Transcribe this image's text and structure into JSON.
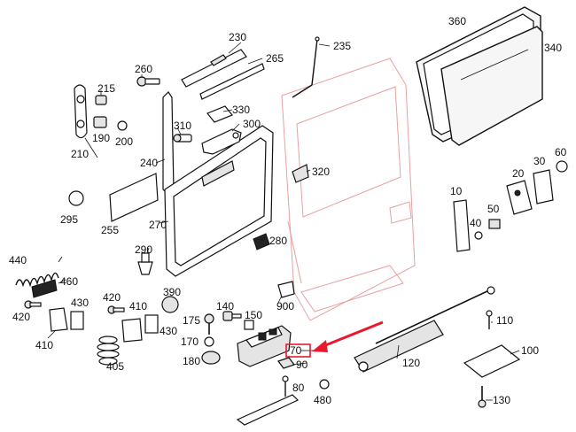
{
  "parts": {
    "p10": "10",
    "p20": "20",
    "p30": "30",
    "p40": "40",
    "p50": "50",
    "p60": "60",
    "p70": "70",
    "p80": "80",
    "p90": "90",
    "p100": "100",
    "p110": "110",
    "p120": "120",
    "p130": "130",
    "p140": "140",
    "p150": "150",
    "p170": "170",
    "p175": "175",
    "p180": "180",
    "p190": "190",
    "p200": "200",
    "p210": "210",
    "p215": "215",
    "p230": "230",
    "p235": "235",
    "p240": "240",
    "p255": "255",
    "p260": "260",
    "p265": "265",
    "p270": "270",
    "p280": "280",
    "p290": "290",
    "p295": "295",
    "p300": "300",
    "p310": "310",
    "p320": "320",
    "p330": "330",
    "p340": "340",
    "p360": "360",
    "p390": "390",
    "p405": "405",
    "p410": "410",
    "p420a": "420",
    "p420b": "420",
    "p430": "430",
    "p440": "440",
    "p460": "460",
    "p480": "480",
    "p900": "900"
  },
  "colors": {
    "highlight": "#e8192c",
    "door_outline": "#e9a0a0",
    "ink": "#111111"
  }
}
